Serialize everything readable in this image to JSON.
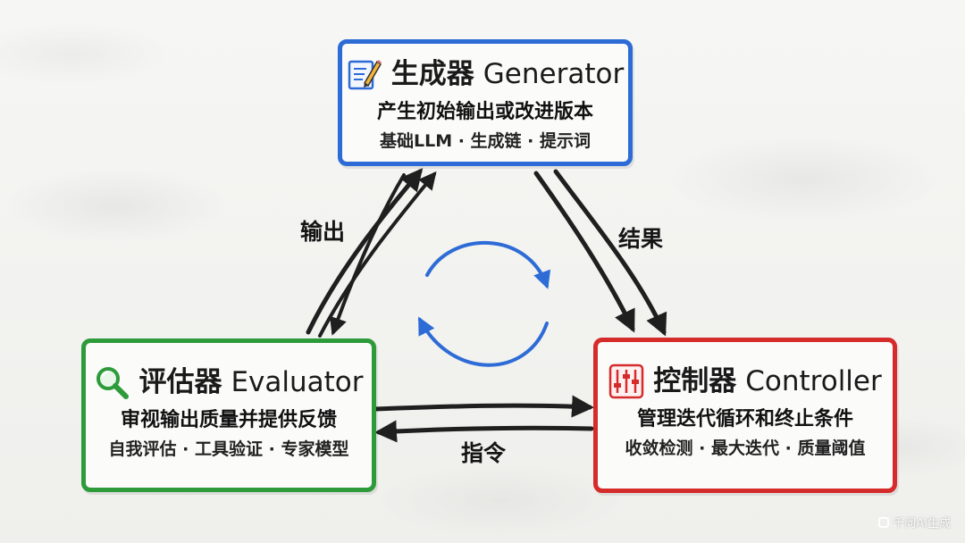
{
  "generator": {
    "icon": "pencil-note-icon",
    "title_cn": "生成器",
    "title_en": "Generator",
    "desc": "产生初始输出或改进版本",
    "tags": "基础LLM · 生成链 · 提示词",
    "color": "#2d6bd6"
  },
  "evaluator": {
    "icon": "magnifier-icon",
    "title_cn": "评估器",
    "title_en": "Evaluator",
    "desc": "审视输出质量并提供反馈",
    "tags": "自我评估 · 工具验证 · 专家模型",
    "color": "#2e9b3b"
  },
  "controller": {
    "icon": "sliders-icon",
    "title_cn": "控制器",
    "title_en": "Controller",
    "desc": "管理迭代循环和终止条件",
    "tags": "收敛检测 · 最大迭代 · 质量阈值",
    "color": "#d62b2b"
  },
  "arrows": {
    "left_label": "输出",
    "right_label": "结果",
    "bottom_label": "指令"
  },
  "cycle_icon": {
    "name": "cycle-arrows-icon",
    "color": "#2d6bd6"
  },
  "watermark": "千问AI生成"
}
